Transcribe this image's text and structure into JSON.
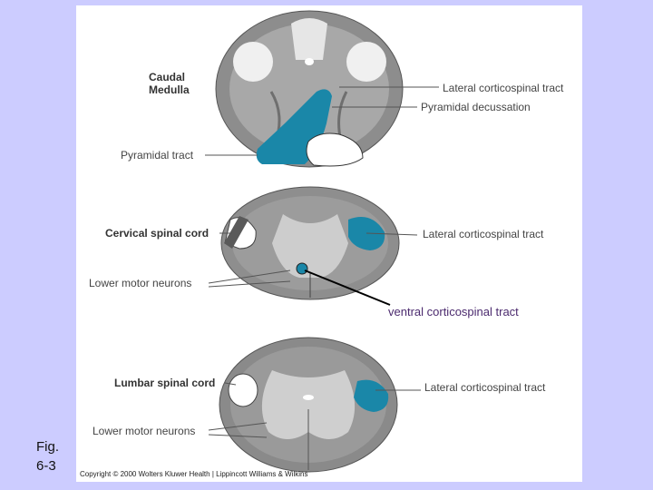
{
  "caudal_medulla": {
    "title_line1": "Caudal",
    "title_line2": "Medulla",
    "lateral_cst": "Lateral corticospinal tract",
    "pyramidal_decussation": "Pyramidal decussation",
    "pyramidal_tract": "Pyramidal tract"
  },
  "cervical": {
    "title": "Cervical spinal cord",
    "lateral_cst": "Lateral corticospinal tract",
    "lower_motor_neurons": "Lower motor neurons"
  },
  "annotation": {
    "ventral_cst": "ventral corticospinal tract"
  },
  "lumbar": {
    "title": "Lumbar spinal cord",
    "lateral_cst": "Lateral corticospinal tract",
    "lower_motor_neurons": "Lower motor neurons"
  },
  "figure": {
    "label_line1": "Fig.",
    "label_line2": "6-3",
    "copyright": "Copyright © 2000 Wolters Kluwer Health | Lippincott Williams & Wilkins"
  },
  "colors": {
    "tract_highlight": "#1a87a8",
    "background": "#ccccff"
  }
}
